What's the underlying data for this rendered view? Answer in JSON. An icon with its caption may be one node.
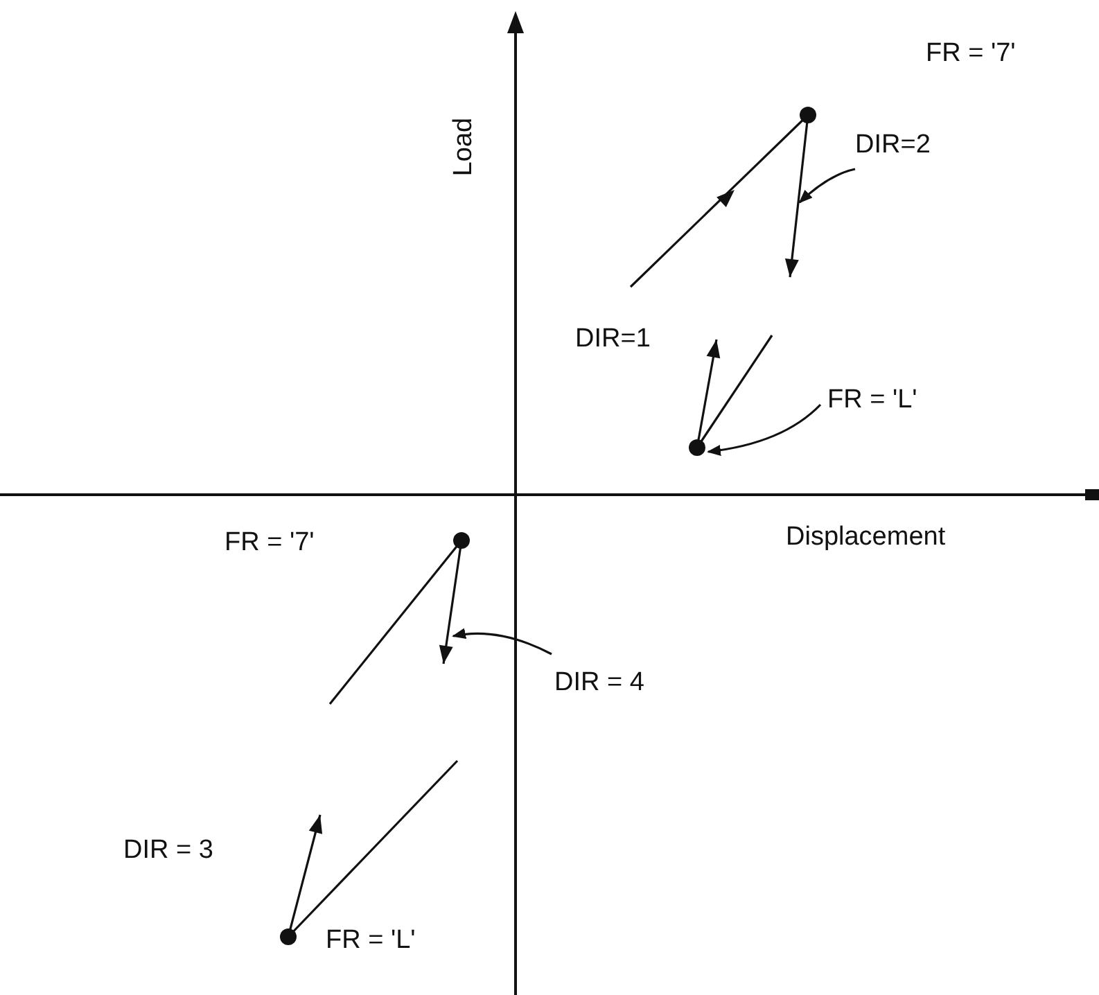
{
  "diagram": {
    "nodes": [
      {
        "text": [],
        "shape": "circle"
      },
      {
        "text": [
          "DIR=2"
        ]
      },
      {
        "text": [],
        "shape": "arrow"
      },
      {
        "text": [
          "FR = 'L'"
        ]
      },
      {
        "text": [],
        "shape": "circle"
      },
      {
        "text": [],
        "shape": "circle"
      },
      {
        "text": [
          "DIR = 4"
        ]
      },
      {
        "text": [],
        "shape": "arrow"
      },
      {
        "text": [],
        "shape": "circle"
      }
    ],
    "edges": [
      {
        "from": 1,
        "to": 2,
        "arrow": "to"
      },
      {
        "from": 3,
        "to": 4,
        "arrow": "to"
      },
      {
        "from": 6,
        "to": 7,
        "arrow": "to"
      }
    ],
    "labels": [
      "FR = '7'",
      "Load",
      "DIR=1",
      "Displacement",
      "FR = '7'",
      "DIR = 3",
      "FR = 'L'"
    ]
  }
}
